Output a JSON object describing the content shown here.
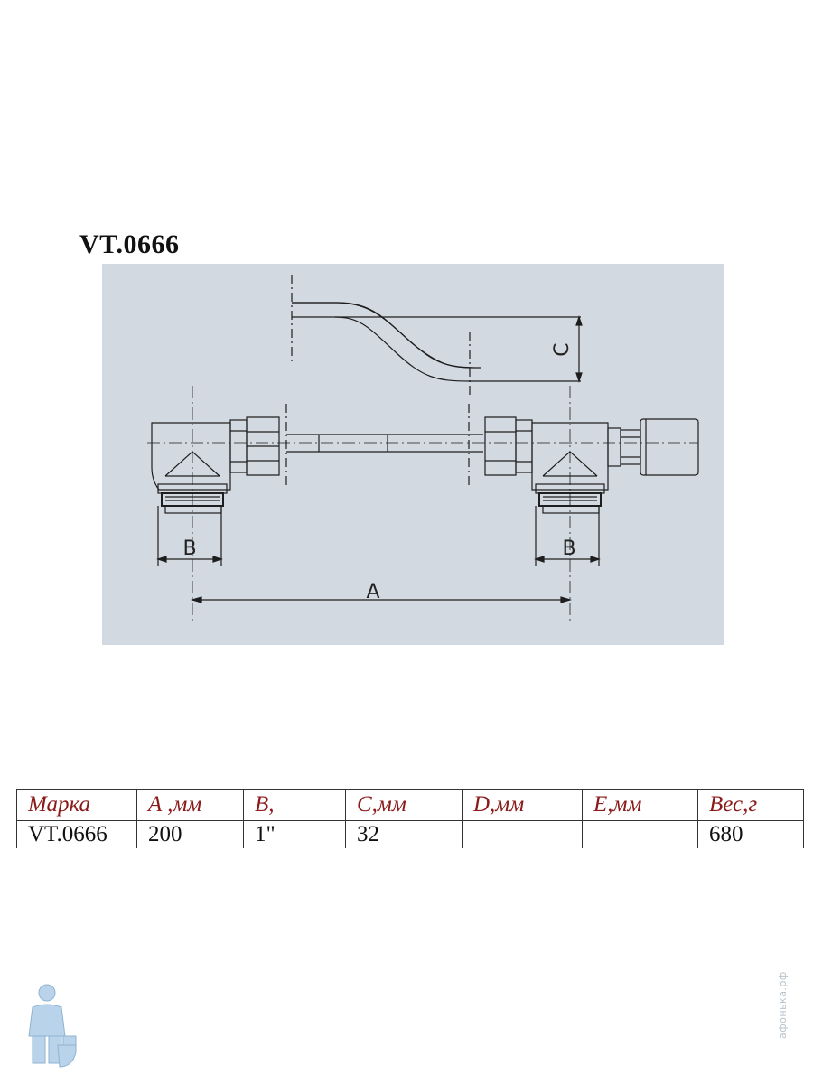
{
  "title": "VT.0666",
  "drawing": {
    "dim_labels": {
      "A": "A",
      "B_left": "B",
      "B_right": "B",
      "C": "C"
    },
    "colors": {
      "background": "#d3d9e0",
      "line": "#1e1e1e"
    }
  },
  "table": {
    "headers": [
      "Марка",
      "A ,мм",
      "B,",
      "C,мм",
      "D,мм",
      "E,мм",
      "Вес,г"
    ],
    "rows": [
      [
        "VT.0666",
        "200",
        "1\"",
        "32",
        "",
        "",
        "680"
      ]
    ],
    "header_color": "#8b1a1a"
  },
  "logo": {
    "icon": "plumber-mascot-icon"
  },
  "watermark": "афонька.рф"
}
